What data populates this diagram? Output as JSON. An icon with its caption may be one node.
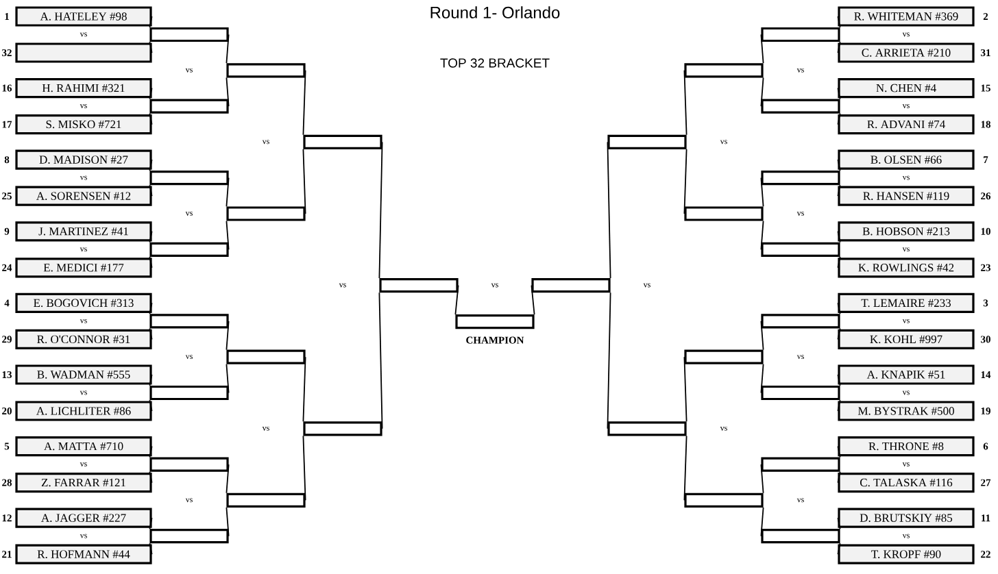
{
  "diagram": {
    "title": "Round 1- Orlando",
    "nodes": [
      {
        "text": [
          "A. HATELEY #98"
        ],
        "beside": [
          "1"
        ]
      },
      {
        "text": [],
        "shape": "box",
        "beside": [
          "32"
        ]
      },
      {
        "text": [
          "H. RAHIMI #321"
        ],
        "beside": [
          "16"
        ]
      },
      {
        "text": [
          "S. MISKO #721"
        ],
        "beside": [
          "17"
        ]
      },
      {
        "text": [
          "D. MADISON #27"
        ],
        "beside": [
          "8"
        ]
      },
      {
        "text": [
          "A. SORENSEN #12"
        ],
        "beside": [
          "25"
        ]
      },
      {
        "text": [
          "J.  MARTINEZ #41"
        ],
        "beside": [
          "9"
        ]
      },
      {
        "text": [
          "E. MEDICI #177"
        ],
        "beside": [
          "24"
        ]
      },
      {
        "text": [
          "E. BOGOVICH #313"
        ],
        "beside": [
          "4"
        ]
      },
      {
        "text": [
          "R. O'CONNOR #31"
        ],
        "beside": [
          "29"
        ]
      },
      {
        "text": [
          "B. WADMAN #555"
        ],
        "beside": [
          "13"
        ]
      },
      {
        "text": [
          "A. LICHLITER #86"
        ],
        "beside": [
          "20"
        ]
      },
      {
        "text": [
          "A. MATTA #710"
        ],
        "beside": [
          "5"
        ]
      },
      {
        "text": [
          "Z. FARRAR #121"
        ],
        "beside": [
          "28"
        ]
      },
      {
        "text": [
          "A. JAGGER #227"
        ],
        "beside": [
          "12"
        ]
      },
      {
        "text": [
          "R. HOFMANN #44"
        ],
        "beside": [
          "21"
        ]
      },
      {
        "text": [
          "R. WHITEMAN #369"
        ],
        "beside": [
          "2"
        ]
      },
      {
        "text": [
          "C. ARRIETA #210"
        ],
        "beside": [
          "31"
        ]
      },
      {
        "text": [
          "N. CHEN #4"
        ],
        "beside": [
          "15"
        ]
      },
      {
        "text": [
          "R. ADVANI #74"
        ],
        "beside": [
          "18"
        ]
      },
      {
        "text": [
          "B. OLSEN #66"
        ],
        "beside": [
          "7"
        ]
      },
      {
        "text": [
          "R. HANSEN #119"
        ],
        "beside": [
          "26"
        ]
      },
      {
        "text": [
          "B. HOBSON #213"
        ],
        "beside": [
          "10"
        ]
      },
      {
        "text": [
          "K. ROWLINGS #42"
        ],
        "beside": [
          "23"
        ]
      },
      {
        "text": [
          "T. LEMAIRE #233"
        ],
        "beside": [
          "3"
        ]
      },
      {
        "text": [
          "K. KOHL #997"
        ],
        "beside": [
          "30"
        ]
      },
      {
        "text": [
          "A. KNAPIK #51"
        ],
        "beside": [
          "14"
        ]
      },
      {
        "text": [
          "M. BYSTRAK #500"
        ],
        "beside": [
          "19"
        ]
      },
      {
        "text": [
          "R. THRONE #8"
        ],
        "beside": [
          "6"
        ]
      },
      {
        "text": [
          "C. TALASKA #116"
        ],
        "beside": [
          "27"
        ]
      },
      {
        "text": [
          "D. BRUTSKIY #85"
        ],
        "beside": [
          "11"
        ]
      },
      {
        "text": [
          "T. KROPF #90"
        ],
        "beside": [
          "22"
        ]
      },
      {
        "text": [],
        "shape": "box"
      },
      {
        "text": [],
        "shape": "box"
      },
      {
        "text": [],
        "shape": "box"
      },
      {
        "text": [],
        "shape": "box"
      },
      {
        "text": [],
        "shape": "box"
      },
      {
        "text": [],
        "shape": "box"
      },
      {
        "text": [],
        "shape": "box"
      },
      {
        "text": [],
        "shape": "box"
      },
      {
        "text": [],
        "shape": "box"
      },
      {
        "text": [],
        "shape": "box"
      },
      {
        "text": [],
        "shape": "box"
      },
      {
        "text": [],
        "shape": "box"
      },
      {
        "text": [],
        "shape": "box"
      },
      {
        "text": [],
        "shape": "box"
      },
      {
        "text": [],
        "shape": "box"
      },
      {
        "text": [],
        "shape": "box"
      },
      {
        "text": [],
        "shape": "box"
      },
      {
        "text": [],
        "shape": "box"
      },
      {
        "text": [],
        "shape": "box"
      },
      {
        "text": [],
        "shape": "box"
      },
      {
        "text": [],
        "shape": "box"
      },
      {
        "text": [],
        "shape": "box"
      },
      {
        "text": [],
        "shape": "box"
      },
      {
        "text": [],
        "shape": "box"
      },
      {
        "text": [],
        "shape": "box"
      },
      {
        "text": [],
        "shape": "box"
      },
      {
        "text": [],
        "shape": "box"
      },
      {
        "text": [],
        "shape": "box"
      },
      {
        "text": [],
        "shape": "box"
      },
      {
        "text": [],
        "shape": "box"
      },
      {
        "text": [],
        "shape": "box",
        "beside": [
          "CHAMPION"
        ]
      }
    ],
    "edges": [
      {
        "from": 0,
        "to": 32,
        "arrow": "none"
      },
      {
        "from": 1,
        "to": 32,
        "arrow": "none"
      },
      {
        "from": 2,
        "to": 33,
        "arrow": "none"
      },
      {
        "from": 3,
        "to": 33,
        "arrow": "none"
      },
      {
        "from": 4,
        "to": 34,
        "arrow": "none"
      },
      {
        "from": 5,
        "to": 34,
        "arrow": "none"
      },
      {
        "from": 6,
        "to": 35,
        "arrow": "none"
      },
      {
        "from": 7,
        "to": 35,
        "arrow": "none"
      },
      {
        "from": 8,
        "to": 36,
        "arrow": "none"
      },
      {
        "from": 9,
        "to": 36,
        "arrow": "none"
      },
      {
        "from": 10,
        "to": 37,
        "arrow": "none"
      },
      {
        "from": 11,
        "to": 37,
        "arrow": "none"
      },
      {
        "from": 12,
        "to": 38,
        "arrow": "none"
      },
      {
        "from": 13,
        "to": 38,
        "arrow": "none"
      },
      {
        "from": 14,
        "to": 39,
        "arrow": "none"
      },
      {
        "from": 15,
        "to": 39,
        "arrow": "none"
      },
      {
        "from": 16,
        "to": 40,
        "arrow": "none"
      },
      {
        "from": 17,
        "to": 40,
        "arrow": "none"
      },
      {
        "from": 18,
        "to": 41,
        "arrow": "none"
      },
      {
        "from": 19,
        "to": 41,
        "arrow": "none"
      },
      {
        "from": 20,
        "to": 42,
        "arrow": "none"
      },
      {
        "from": 21,
        "to": 42,
        "arrow": "none"
      },
      {
        "from": 22,
        "to": 43,
        "arrow": "none"
      },
      {
        "from": 23,
        "to": 43,
        "arrow": "none"
      },
      {
        "from": 24,
        "to": 44,
        "arrow": "none"
      },
      {
        "from": 25,
        "to": 44,
        "arrow": "none"
      },
      {
        "from": 26,
        "to": 45,
        "arrow": "none"
      },
      {
        "from": 27,
        "to": 45,
        "arrow": "none"
      },
      {
        "from": 28,
        "to": 46,
        "arrow": "none"
      },
      {
        "from": 29,
        "to": 46,
        "arrow": "none"
      },
      {
        "from": 30,
        "to": 47,
        "arrow": "none"
      },
      {
        "from": 31,
        "to": 47,
        "arrow": "none"
      },
      {
        "from": 32,
        "to": 48,
        "arrow": "none"
      },
      {
        "from": 33,
        "to": 48,
        "arrow": "none"
      },
      {
        "from": 34,
        "to": 49,
        "arrow": "none"
      },
      {
        "from": 35,
        "to": 49,
        "arrow": "none"
      },
      {
        "from": 36,
        "to": 50,
        "arrow": "none"
      },
      {
        "from": 37,
        "to": 50,
        "arrow": "none"
      },
      {
        "from": 38,
        "to": 51,
        "arrow": "none"
      },
      {
        "from": 39,
        "to": 51,
        "arrow": "none"
      },
      {
        "from": 40,
        "to": 52,
        "arrow": "none"
      },
      {
        "from": 41,
        "to": 52,
        "arrow": "none"
      },
      {
        "from": 42,
        "to": 53,
        "arrow": "none"
      },
      {
        "from": 43,
        "to": 53,
        "arrow": "none"
      },
      {
        "from": 44,
        "to": 54,
        "arrow": "none"
      },
      {
        "from": 45,
        "to": 54,
        "arrow": "none"
      },
      {
        "from": 46,
        "to": 55,
        "arrow": "none"
      },
      {
        "from": 47,
        "to": 55,
        "arrow": "none"
      },
      {
        "from": 48,
        "to": 56,
        "arrow": "none"
      },
      {
        "from": 49,
        "to": 56,
        "arrow": "none"
      },
      {
        "from": 50,
        "to": 57,
        "arrow": "none"
      },
      {
        "from": 51,
        "to": 57,
        "arrow": "none"
      },
      {
        "from": 52,
        "to": 58,
        "arrow": "none"
      },
      {
        "from": 53,
        "to": 58,
        "arrow": "none"
      },
      {
        "from": 54,
        "to": 59,
        "arrow": "none"
      },
      {
        "from": 55,
        "to": 59,
        "arrow": "none"
      },
      {
        "from": 56,
        "to": 60,
        "arrow": "none"
      },
      {
        "from": 57,
        "to": 60,
        "arrow": "none"
      },
      {
        "from": 58,
        "to": 61,
        "arrow": "none"
      },
      {
        "from": 59,
        "to": 61,
        "arrow": "none"
      },
      {
        "from": 60,
        "to": 62,
        "arrow": "none"
      },
      {
        "from": 61,
        "to": 62,
        "arrow": "none"
      }
    ],
    "labels": [
      "TOP 32 BRACKET",
      "vs",
      "vs",
      "vs",
      "vs",
      "vs",
      "vs",
      "vs",
      "vs",
      "vs",
      "vs",
      "vs",
      "vs",
      "vs",
      "vs",
      "vs",
      "vs",
      "vs",
      "vs",
      "vs",
      "vs",
      "vs",
      "vs",
      "vs",
      "vs",
      "vs",
      "vs",
      "vs",
      "vs",
      "vs",
      "vs",
      "vs"
    ]
  }
}
